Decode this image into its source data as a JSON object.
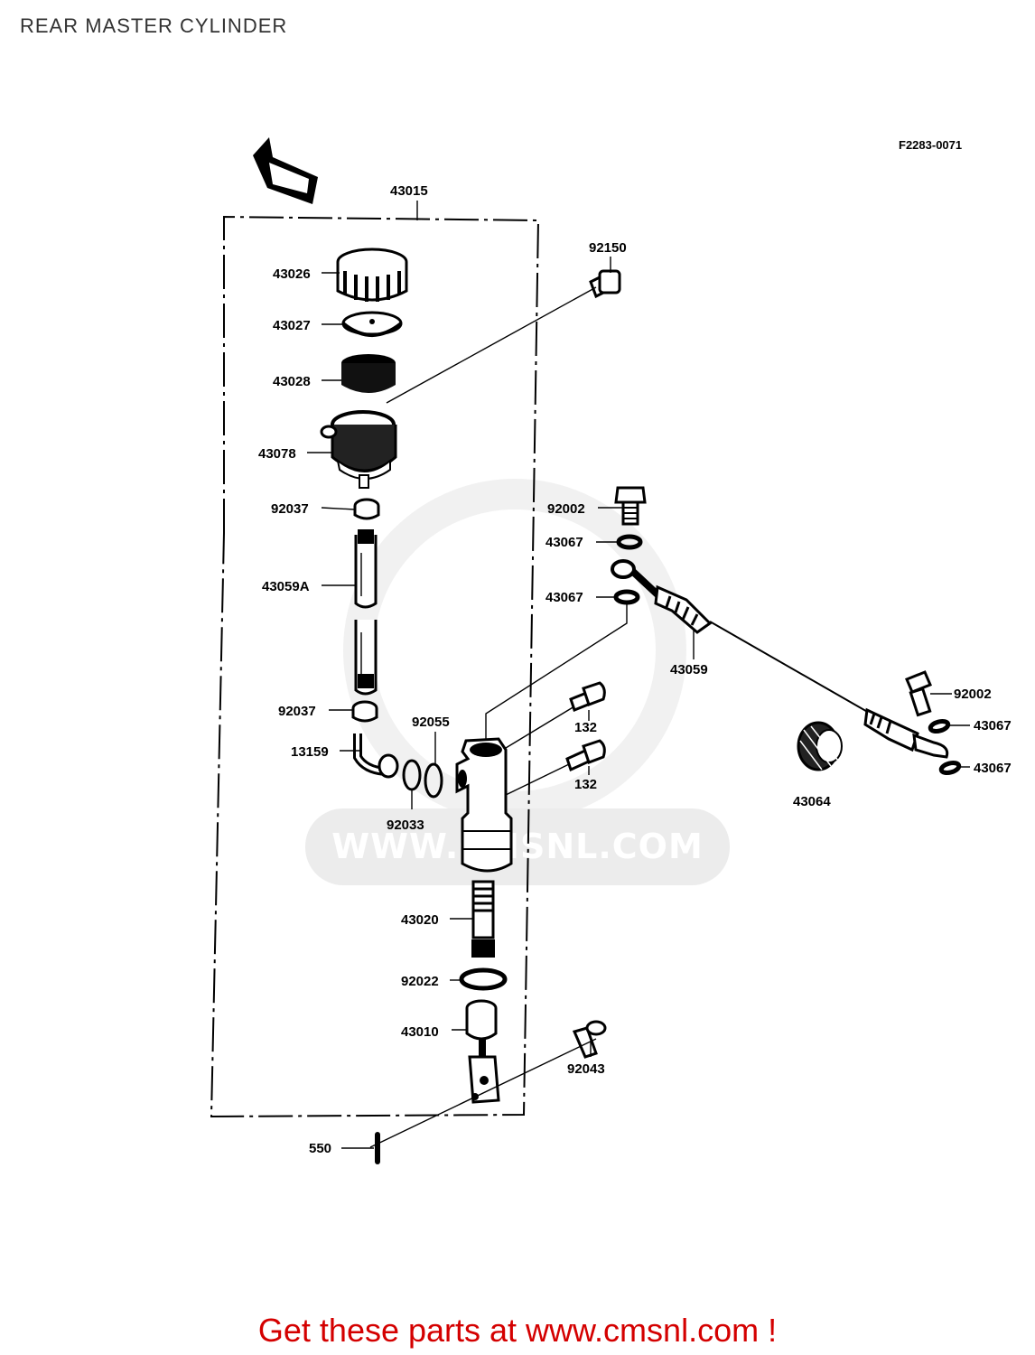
{
  "page_title": "REAR MASTER CYLINDER",
  "figure_code": "F2283-0071",
  "promo_text": "Get these parts at www.cmsnl.com !",
  "watermark_text": "WWW.CMSNL.COM",
  "assembly_label": "43015",
  "labels": {
    "p43026": "43026",
    "p43027": "43027",
    "p43028": "43028",
    "p43078": "43078",
    "p92037a": "92037",
    "p43059a": "43059A",
    "p92037b": "92037",
    "p13159": "13159",
    "p92033": "92033",
    "p92055": "92055",
    "p43020": "43020",
    "p92022": "92022",
    "p43010": "43010",
    "p550": "550",
    "p92150": "92150",
    "p92002a": "92002",
    "p43067a": "43067",
    "p43067b": "43067",
    "p43059": "43059",
    "p132a": "132",
    "p132b": "132",
    "p92002b": "92002",
    "p43067c": "43067",
    "p43067d": "43067",
    "p43064": "43064",
    "p92043": "92043"
  }
}
